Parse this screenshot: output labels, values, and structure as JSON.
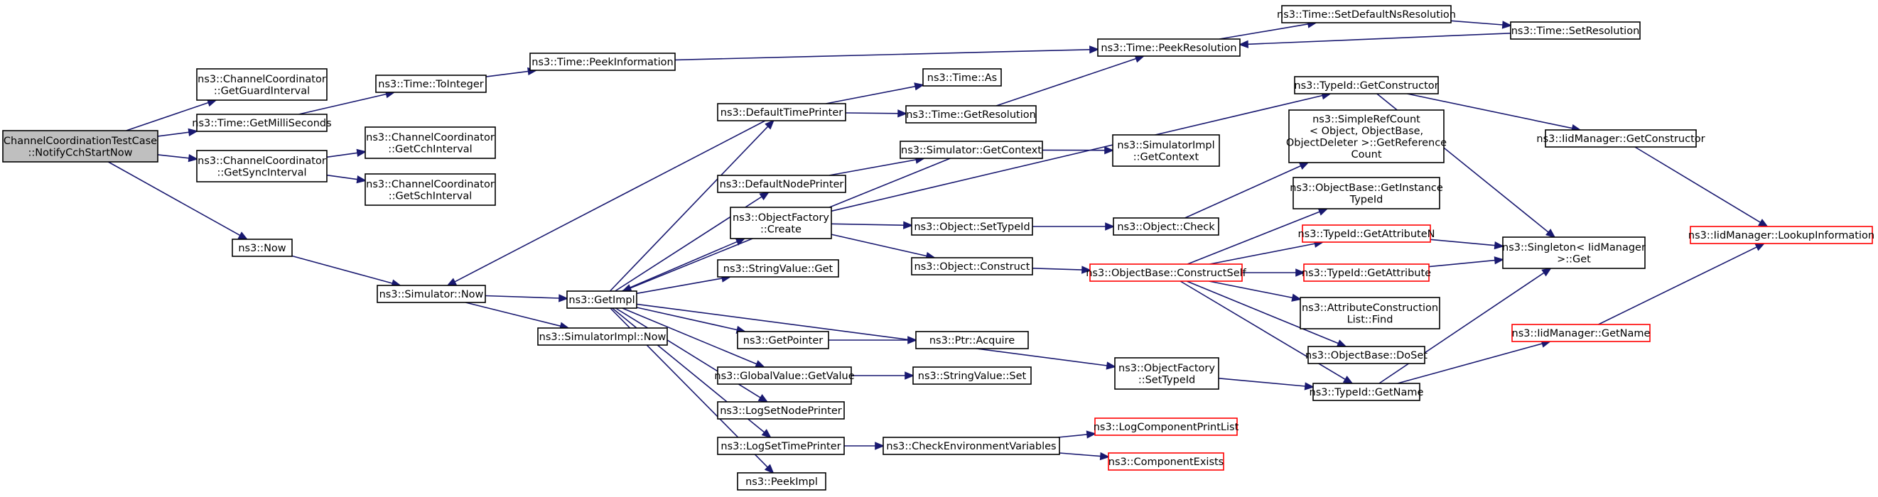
{
  "graph": {
    "colors": {
      "edge": "#191970",
      "root_fill": "#bfbfbf",
      "truncated_border": "#ff0000",
      "node_border": "#000000"
    },
    "nodes": [
      {
        "id": "root",
        "lines": [
          "ChannelCoordinationTestCase",
          "::NotifyCchStartNow"
        ],
        "style": "root"
      },
      {
        "id": "getGuard",
        "lines": [
          "ns3::ChannelCoordinator",
          "::GetGuardInterval"
        ],
        "style": "normal"
      },
      {
        "id": "getMilli",
        "lines": [
          "ns3::Time::GetMilliSeconds"
        ],
        "style": "normal"
      },
      {
        "id": "getSync",
        "lines": [
          "ns3::ChannelCoordinator",
          "::GetSyncInterval"
        ],
        "style": "normal"
      },
      {
        "id": "now",
        "lines": [
          "ns3::Now"
        ],
        "style": "normal"
      },
      {
        "id": "toInteger",
        "lines": [
          "ns3::Time::ToInteger"
        ],
        "style": "normal"
      },
      {
        "id": "getCch",
        "lines": [
          "ns3::ChannelCoordinator",
          "::GetCchInterval"
        ],
        "style": "normal"
      },
      {
        "id": "getSch",
        "lines": [
          "ns3::ChannelCoordinator",
          "::GetSchInterval"
        ],
        "style": "normal"
      },
      {
        "id": "simNow",
        "lines": [
          "ns3::Simulator::Now"
        ],
        "style": "normal"
      },
      {
        "id": "peekInfo",
        "lines": [
          "ns3::Time::PeekInformation"
        ],
        "style": "normal"
      },
      {
        "id": "getImpl",
        "lines": [
          "ns3::GetImpl"
        ],
        "style": "normal"
      },
      {
        "id": "simImplNow",
        "lines": [
          "ns3::SimulatorImpl::Now"
        ],
        "style": "normal"
      },
      {
        "id": "defTime",
        "lines": [
          "ns3::DefaultTimePrinter"
        ],
        "style": "normal"
      },
      {
        "id": "defNode",
        "lines": [
          "ns3::DefaultNodePrinter"
        ],
        "style": "normal"
      },
      {
        "id": "objFactCreate",
        "lines": [
          "ns3::ObjectFactory",
          "::Create"
        ],
        "style": "normal"
      },
      {
        "id": "strGet",
        "lines": [
          "ns3::StringValue::Get"
        ],
        "style": "normal"
      },
      {
        "id": "getPointer",
        "lines": [
          "ns3::GetPointer"
        ],
        "style": "normal"
      },
      {
        "id": "gvGetValue",
        "lines": [
          "ns3::GlobalValue::GetValue"
        ],
        "style": "normal"
      },
      {
        "id": "logSetNode",
        "lines": [
          "ns3::LogSetNodePrinter"
        ],
        "style": "normal"
      },
      {
        "id": "logSetTime",
        "lines": [
          "ns3::LogSetTimePrinter"
        ],
        "style": "normal"
      },
      {
        "id": "peekImpl",
        "lines": [
          "ns3::PeekImpl"
        ],
        "style": "normal"
      },
      {
        "id": "timeAs",
        "lines": [
          "ns3::Time::As"
        ],
        "style": "normal"
      },
      {
        "id": "timeGetRes",
        "lines": [
          "ns3::Time::GetResolution"
        ],
        "style": "normal"
      },
      {
        "id": "simGetCtx",
        "lines": [
          "ns3::Simulator::GetContext"
        ],
        "style": "normal"
      },
      {
        "id": "objSetTid",
        "lines": [
          "ns3::Object::SetTypeId"
        ],
        "style": "normal"
      },
      {
        "id": "objConstruct",
        "lines": [
          "ns3::Object::Construct"
        ],
        "style": "normal"
      },
      {
        "id": "ptrAcquire",
        "lines": [
          "ns3::Ptr::Acquire"
        ],
        "style": "normal"
      },
      {
        "id": "strSet",
        "lines": [
          "ns3::StringValue::Set"
        ],
        "style": "normal"
      },
      {
        "id": "checkEnv",
        "lines": [
          "ns3::CheckEnvironmentVariables"
        ],
        "style": "normal"
      },
      {
        "id": "peekRes",
        "lines": [
          "ns3::Time::PeekResolution"
        ],
        "style": "normal"
      },
      {
        "id": "simImplGetCtx",
        "lines": [
          "ns3::SimulatorImpl",
          "::GetContext"
        ],
        "style": "normal"
      },
      {
        "id": "objCheck",
        "lines": [
          "ns3::Object::Check"
        ],
        "style": "normal"
      },
      {
        "id": "objBaseCS",
        "lines": [
          "ns3::ObjectBase::ConstructSelf"
        ],
        "style": "red"
      },
      {
        "id": "objFactSetTid",
        "lines": [
          "ns3::ObjectFactory",
          "::SetTypeId"
        ],
        "style": "normal"
      },
      {
        "id": "logCompPrint",
        "lines": [
          "ns3::LogComponentPrintList"
        ],
        "style": "red"
      },
      {
        "id": "compExists",
        "lines": [
          "ns3::ComponentExists"
        ],
        "style": "red"
      },
      {
        "id": "setDefNs",
        "lines": [
          "ns3::Time::SetDefaultNsResolution"
        ],
        "style": "normal"
      },
      {
        "id": "setRes",
        "lines": [
          "ns3::Time::SetResolution"
        ],
        "style": "normal"
      },
      {
        "id": "tidGetCtor",
        "lines": [
          "ns3::TypeId::GetConstructor"
        ],
        "style": "normal"
      },
      {
        "id": "simpleRef",
        "lines": [
          "ns3::SimpleRefCount",
          "< Object, ObjectBase,",
          "ObjectDeleter >::GetReference",
          "Count"
        ],
        "style": "normal"
      },
      {
        "id": "objBaseGetInst",
        "lines": [
          "ns3::ObjectBase::GetInstance",
          "TypeId"
        ],
        "style": "normal"
      },
      {
        "id": "tidGetAttrN",
        "lines": [
          "ns3::TypeId::GetAttributeN"
        ],
        "style": "red"
      },
      {
        "id": "tidGetAttr",
        "lines": [
          "ns3::TypeId::GetAttribute"
        ],
        "style": "red"
      },
      {
        "id": "attrConstrFind",
        "lines": [
          "ns3::AttributeConstruction",
          "List::Find"
        ],
        "style": "normal"
      },
      {
        "id": "objBaseDoSet",
        "lines": [
          "ns3::ObjectBase::DoSet"
        ],
        "style": "normal"
      },
      {
        "id": "tidGetName",
        "lines": [
          "ns3::TypeId::GetName"
        ],
        "style": "normal"
      },
      {
        "id": "iidGetCtor",
        "lines": [
          "ns3::IidManager::GetConstructor"
        ],
        "style": "normal"
      },
      {
        "id": "singletonGet",
        "lines": [
          "ns3::Singleton< IidManager",
          ">::Get"
        ],
        "style": "normal"
      },
      {
        "id": "iidGetName",
        "lines": [
          "ns3::IidManager::GetName"
        ],
        "style": "red"
      },
      {
        "id": "iidLookup",
        "lines": [
          "ns3::IidManager::LookupInformation"
        ],
        "style": "red"
      }
    ],
    "edges": [
      [
        "root",
        "getGuard"
      ],
      [
        "root",
        "getMilli"
      ],
      [
        "root",
        "getSync"
      ],
      [
        "root",
        "now"
      ],
      [
        "getMilli",
        "toInteger"
      ],
      [
        "getSync",
        "getCch"
      ],
      [
        "getSync",
        "getSch"
      ],
      [
        "now",
        "simNow"
      ],
      [
        "toInteger",
        "peekInfo"
      ],
      [
        "peekInfo",
        "peekRes"
      ],
      [
        "simNow",
        "getImpl"
      ],
      [
        "simNow",
        "simImplNow"
      ],
      [
        "getImpl",
        "defTime"
      ],
      [
        "getImpl",
        "defNode"
      ],
      [
        "getImpl",
        "objFactCreate"
      ],
      [
        "getImpl",
        "strGet"
      ],
      [
        "getImpl",
        "getPointer"
      ],
      [
        "getImpl",
        "gvGetValue"
      ],
      [
        "getImpl",
        "logSetNode"
      ],
      [
        "getImpl",
        "logSetTime"
      ],
      [
        "getImpl",
        "peekImpl"
      ],
      [
        "getImpl",
        "objFactSetTid"
      ],
      [
        "defTime",
        "simNow"
      ],
      [
        "defTime",
        "timeAs"
      ],
      [
        "defTime",
        "timeGetRes"
      ],
      [
        "timeGetRes",
        "peekRes"
      ],
      [
        "defNode",
        "simGetCtx"
      ],
      [
        "simGetCtx",
        "getImpl"
      ],
      [
        "simGetCtx",
        "simImplGetCtx"
      ],
      [
        "objFactCreate",
        "tidGetCtor"
      ],
      [
        "objFactCreate",
        "objSetTid"
      ],
      [
        "objFactCreate",
        "objConstruct"
      ],
      [
        "objSetTid",
        "objCheck"
      ],
      [
        "objCheck",
        "simpleRef"
      ],
      [
        "objConstruct",
        "objBaseCS"
      ],
      [
        "objBaseCS",
        "objBaseGetInst"
      ],
      [
        "objBaseCS",
        "tidGetAttrN"
      ],
      [
        "objBaseCS",
        "tidGetAttr"
      ],
      [
        "objBaseCS",
        "attrConstrFind"
      ],
      [
        "objBaseCS",
        "objBaseDoSet"
      ],
      [
        "objBaseCS",
        "tidGetName"
      ],
      [
        "getPointer",
        "ptrAcquire"
      ],
      [
        "gvGetValue",
        "strSet"
      ],
      [
        "logSetTime",
        "checkEnv"
      ],
      [
        "checkEnv",
        "logCompPrint"
      ],
      [
        "checkEnv",
        "compExists"
      ],
      [
        "objFactSetTid",
        "tidGetName"
      ],
      [
        "peekRes",
        "setDefNs"
      ],
      [
        "setDefNs",
        "setRes"
      ],
      [
        "setRes",
        "peekRes"
      ],
      [
        "tidGetCtor",
        "iidGetCtor"
      ],
      [
        "tidGetCtor",
        "singletonGet"
      ],
      [
        "tidGetAttrN",
        "singletonGet"
      ],
      [
        "tidGetAttr",
        "singletonGet"
      ],
      [
        "tidGetName",
        "singletonGet"
      ],
      [
        "tidGetName",
        "iidGetName"
      ],
      [
        "iidGetCtor",
        "iidLookup"
      ],
      [
        "iidGetName",
        "iidLookup"
      ]
    ]
  }
}
